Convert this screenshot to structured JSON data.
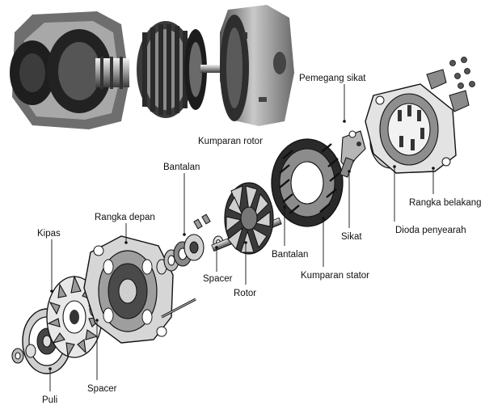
{
  "labels": {
    "kumparan_rotor_top": "Kumparan rotor",
    "pemegang_sikat": "Pemegang sikat",
    "bantalan_top": "Bantalan",
    "rangka_depan": "Rangka depan",
    "kipas": "Kipas",
    "spacer_mid": "Spacer",
    "rotor": "Rotor",
    "bantalan_mid": "Bantalan",
    "kumparan_stator": "Kumparan stator",
    "sikat": "Sikat",
    "dioda_penyearah": "Dioda penyearah",
    "rangka_belakang": "Rangka belakang",
    "puli": "Puli",
    "spacer_bottom": "Spacer"
  },
  "colors": {
    "ink": "#111111",
    "photo_dark": "#2a2a2a",
    "photo_mid": "#7a7a7a",
    "photo_light": "#bdbdbd",
    "background": "#ffffff"
  }
}
